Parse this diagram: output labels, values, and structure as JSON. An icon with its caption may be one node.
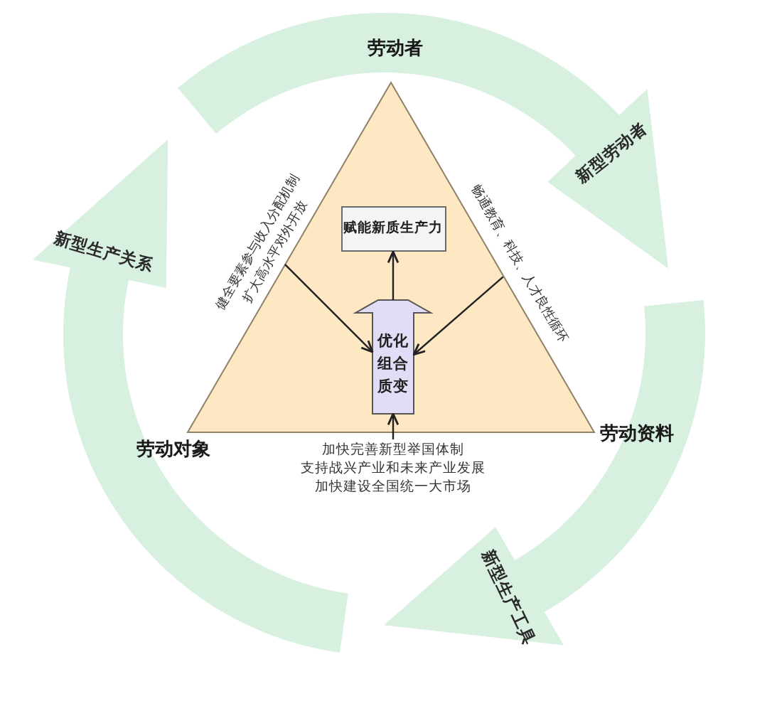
{
  "diagram": {
    "nodes": [
      {
        "text": [],
        "shape": "triangle"
      },
      {
        "text": [
          "新型劳动者"
        ]
      },
      {
        "text": [
          "新型生产关系"
        ]
      },
      {
        "text": [
          "健全要素参与收入分配机制",
          "扩大高水平对外开放"
        ]
      },
      {
        "text": [
          "畅通教育、科技、人才良性循环"
        ]
      },
      {
        "text": [
          "赋能新质生产力"
        ],
        "in": 0
      },
      {
        "text": [
          "优化组合质变"
        ],
        "in": 0
      },
      {
        "text": [
          "加快完善新型举国体制",
          "支持战兴产业和未来产业发展",
          "加快建设全国统一大市场"
        ]
      },
      {
        "text": [
          "新型生产工具"
        ]
      }
    ],
    "edges": [
      {
        "from": 3,
        "to": 6,
        "arrow": "to"
      },
      {
        "from": 4,
        "to": 6,
        "arrow": "to"
      },
      {
        "from": 6,
        "to": 5,
        "arrow": "to"
      },
      {
        "from": 7,
        "to": 6,
        "arrow": "to"
      }
    ],
    "labels": [
      "劳动者",
      "劳动对象",
      "劳动资料"
    ]
  }
}
